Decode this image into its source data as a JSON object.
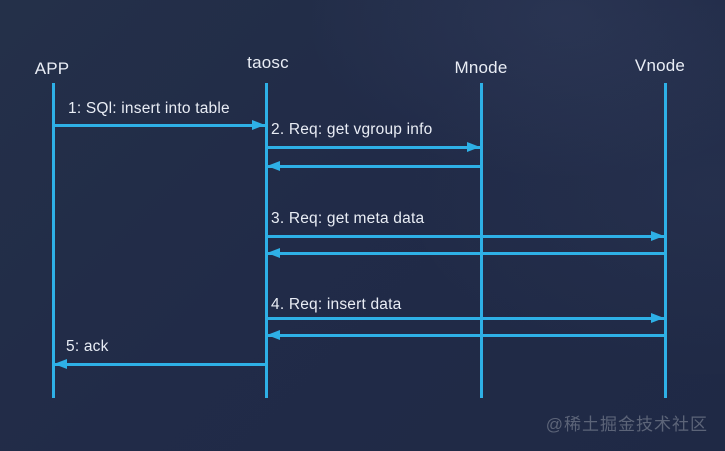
{
  "diagram": {
    "type": "sequence-diagram",
    "participants": [
      {
        "name": "APP"
      },
      {
        "name": "taosc"
      },
      {
        "name": "Mnode"
      },
      {
        "name": "Vnode"
      }
    ],
    "messages": [
      {
        "label": "1: SQl: insert into table",
        "from": "APP",
        "to": "taosc",
        "reply": false
      },
      {
        "label": "2. Req: get vgroup info",
        "from": "taosc",
        "to": "Mnode",
        "reply": true
      },
      {
        "label": "3. Req: get meta data",
        "from": "taosc",
        "to": "Vnode",
        "reply": true
      },
      {
        "label": "4. Req: insert data",
        "from": "taosc",
        "to": "Vnode",
        "reply": true
      },
      {
        "label": "5: ack",
        "from": "taosc",
        "to": "APP",
        "reply": false
      }
    ],
    "colors": {
      "background": "#212b48",
      "line": "#2eb0e6",
      "text": "#e9edf5",
      "watermark": "#5c6478"
    },
    "watermark": "@稀土掘金技术社区"
  }
}
